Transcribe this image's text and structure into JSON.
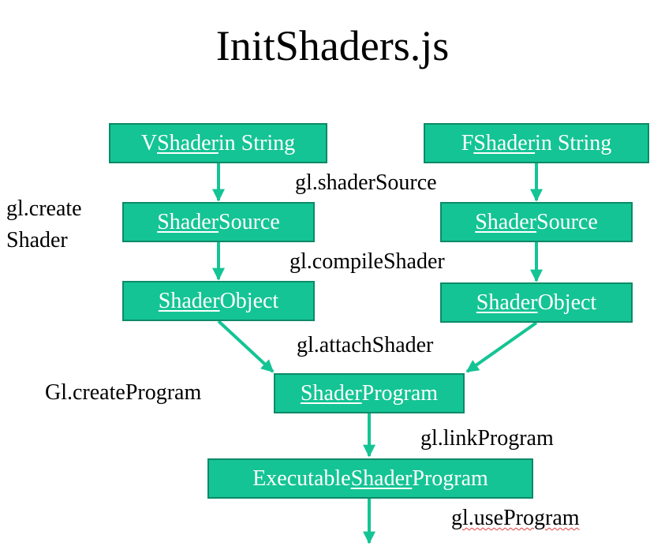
{
  "title": "InitShaders.js",
  "boxes": {
    "v_shader_string": {
      "prefix": "V ",
      "underlined": "Shader",
      "suffix": " in String"
    },
    "f_shader_string": {
      "prefix": "F ",
      "underlined": "Shader",
      "suffix": " in String"
    },
    "left_shader_source": {
      "prefix": "",
      "underlined": "Shader",
      "suffix": " Source"
    },
    "right_shader_source": {
      "prefix": "",
      "underlined": "Shader",
      "suffix": " Source"
    },
    "left_shader_object": {
      "prefix": "",
      "underlined": "Shader",
      "suffix": " Object"
    },
    "right_shader_object": {
      "prefix": "",
      "underlined": "Shader",
      "suffix": " Object"
    },
    "shader_program": {
      "prefix": "",
      "underlined": "Shader",
      "suffix": " Program"
    },
    "executable_program": {
      "prefix": "Executable ",
      "underlined": "Shader",
      "suffix": " Program"
    }
  },
  "labels": {
    "create_shader_line1": "gl.create",
    "create_shader_line2": "Shader",
    "shader_source": "gl.shaderSource",
    "compile_shader": "gl.compileShader",
    "attach_shader": "gl.attachShader",
    "create_program": "Gl.createProgram",
    "link_program": "gl.linkProgram",
    "use_program": "gl.useProgram"
  },
  "colors": {
    "box_fill": "#14c494",
    "box_border": "#0d8a68",
    "arrow": "#14c494",
    "text": "#000000"
  }
}
